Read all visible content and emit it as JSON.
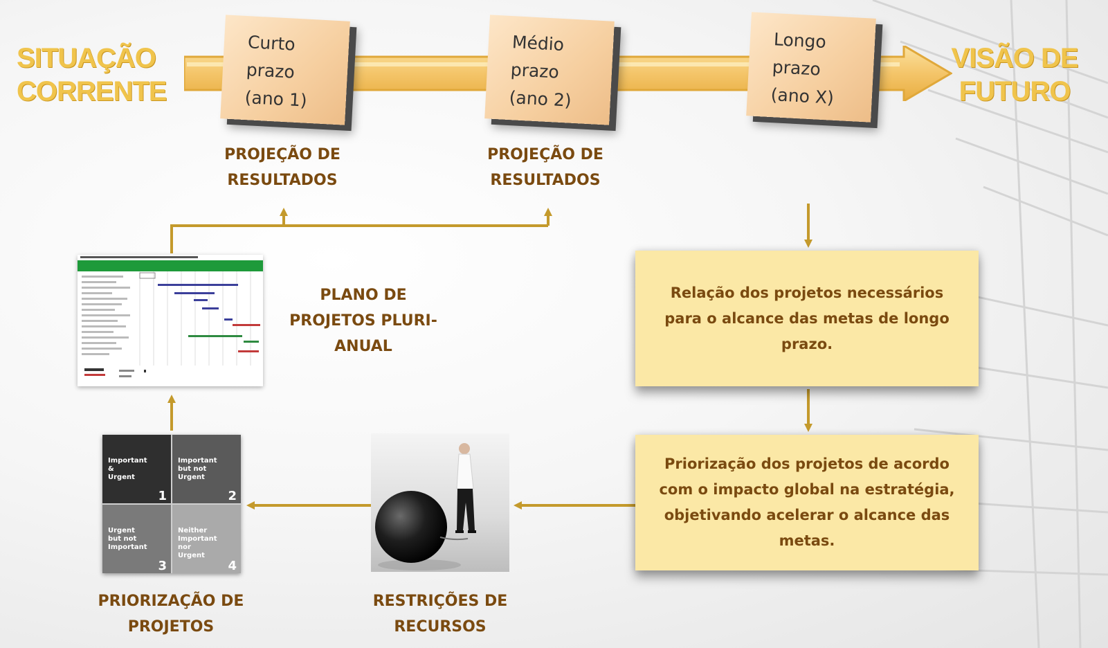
{
  "header": {
    "left_title_line1": "SITUAÇÃO",
    "left_title_line2": "CORRENTE",
    "right_title_line1": "VISÃO DE",
    "right_title_line2": "FUTURO"
  },
  "horizons": [
    {
      "line1": "Curto",
      "line2": "prazo",
      "line3": "(ano 1)"
    },
    {
      "line1": "Médio",
      "line2": "prazo",
      "line3": "(ano 2)"
    },
    {
      "line1": "Longo",
      "line2": "prazo",
      "line3": "(ano X)"
    }
  ],
  "labels": {
    "projection_1_line1": "PROJEÇÃO DE",
    "projection_1_line2": "RESULTADOS",
    "projection_2_line1": "PROJEÇÃO DE",
    "projection_2_line2": "RESULTADOS",
    "plan_line1": "PLANO DE",
    "plan_line2": "PROJETOS PLURI-",
    "plan_line3": "ANUAL",
    "prioritization_line1": "PRIORIZAÇÃO DE",
    "prioritization_line2": "PROJETOS",
    "restrictions_line1": "RESTRIÇÕES DE",
    "restrictions_line2": "RECURSOS"
  },
  "notes": {
    "projects_list": "Relação dos projetos necessários para o alcance das metas de longo prazo.",
    "prioritization": "Priorização dos projetos de acordo com o impacto global na estratégia, objetivando acelerar o alcance das metas."
  },
  "matrix": {
    "q1": "Important\n&\nUrgent",
    "q1_num": "1",
    "q2": "Important\nbut not\nUrgent",
    "q2_num": "2",
    "q3": "Urgent\nbut not\nImportant",
    "q3_num": "3",
    "q4": "Neither\nImportant\nnor\nUrgent",
    "q4_num": "4"
  },
  "colors": {
    "accent": "#f0c44c",
    "band": "#f4c56a",
    "arrow": "#c49a2c",
    "label_text": "#7a4a10",
    "note_bg": "#fbe8a6",
    "card_bg": "#f6cfa0"
  }
}
